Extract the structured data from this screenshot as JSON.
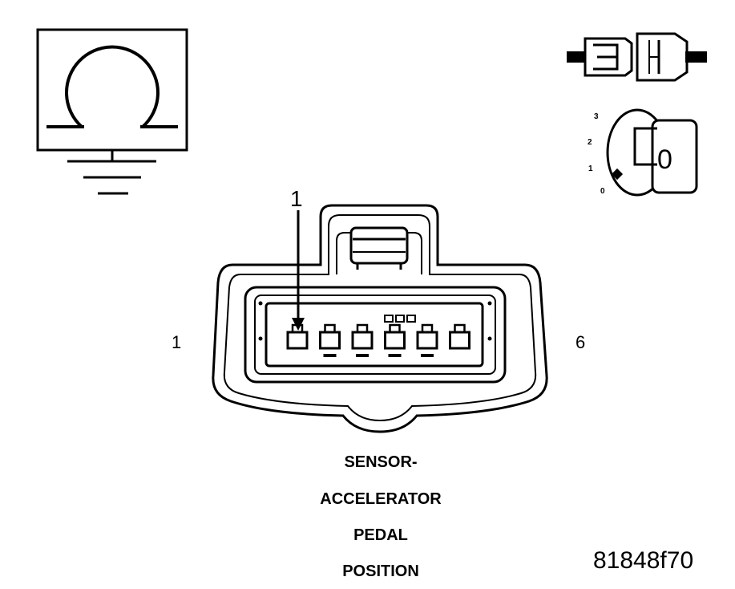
{
  "diagram": {
    "pin_callout": "1",
    "left_pin_label": "1",
    "right_pin_label": "6",
    "caption_lines": [
      "SENSOR-",
      "ACCELERATOR",
      "PEDAL",
      "POSITION"
    ],
    "figure_id": "81848f70",
    "ignition_positions": [
      "3",
      "2",
      "1",
      "0"
    ],
    "ignition_key_mark": "0",
    "pin_count": 6
  },
  "icons": {
    "ohmmeter": "ohmmeter-ground-icon",
    "connector_disconnect": "connector-disconnect-icon",
    "ignition_key": "ignition-key-off-icon"
  },
  "colors": {
    "ink": "#000000",
    "background": "#ffffff"
  }
}
